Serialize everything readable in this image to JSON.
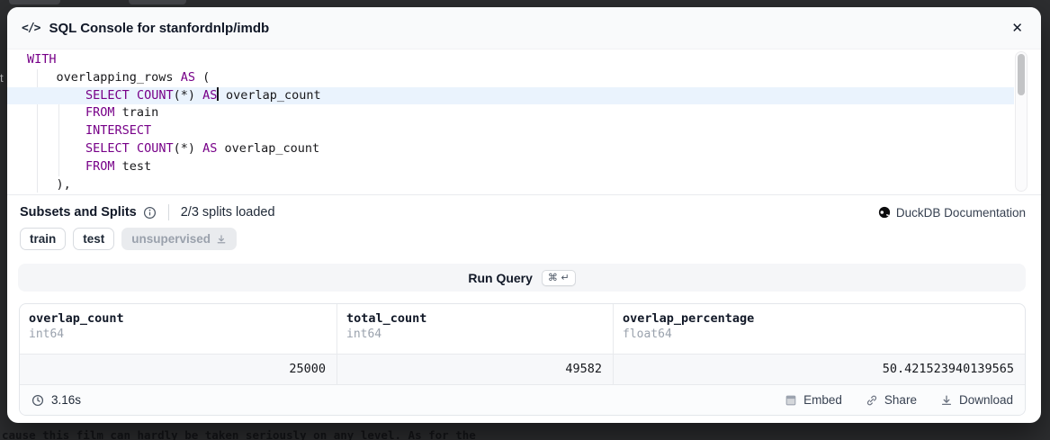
{
  "overlay": {
    "background_text": "cause this film can hardly be taken seriously on any level. As for the",
    "edge_fragment": "t"
  },
  "modal": {
    "header": {
      "code_glyph": "</>",
      "title": "SQL Console for stanfordnlp/imdb",
      "close_glyph": "✕"
    },
    "editor": {
      "colors": {
        "keyword": "#770088",
        "active_line_bg": "#eaf3fd"
      },
      "lines": [
        {
          "segs": [
            {
              "t": "kw",
              "s": "WITH"
            }
          ]
        },
        {
          "segs": [
            {
              "t": "p",
              "s": "    overlapping_rows "
            },
            {
              "t": "kw",
              "s": "AS"
            },
            {
              "t": "p",
              "s": " ("
            }
          ]
        },
        {
          "active": true,
          "segs": [
            {
              "t": "p",
              "s": "        "
            },
            {
              "t": "kw",
              "s": "SELECT"
            },
            {
              "t": "p",
              "s": " "
            },
            {
              "t": "kw",
              "s": "COUNT"
            },
            {
              "t": "p",
              "s": "(*) "
            },
            {
              "t": "kw",
              "s": "AS"
            },
            {
              "t": "cur"
            },
            {
              "t": "p",
              "s": " overlap_count"
            }
          ]
        },
        {
          "segs": [
            {
              "t": "p",
              "s": "        "
            },
            {
              "t": "kw",
              "s": "FROM"
            },
            {
              "t": "p",
              "s": " train"
            }
          ]
        },
        {
          "segs": [
            {
              "t": "p",
              "s": "        "
            },
            {
              "t": "kw",
              "s": "INTERSECT"
            }
          ]
        },
        {
          "segs": [
            {
              "t": "p",
              "s": "        "
            },
            {
              "t": "kw",
              "s": "SELECT"
            },
            {
              "t": "p",
              "s": " "
            },
            {
              "t": "kw",
              "s": "COUNT"
            },
            {
              "t": "p",
              "s": "(*) "
            },
            {
              "t": "kw",
              "s": "AS"
            },
            {
              "t": "p",
              "s": " overlap_count"
            }
          ]
        },
        {
          "segs": [
            {
              "t": "p",
              "s": "        "
            },
            {
              "t": "kw",
              "s": "FROM"
            },
            {
              "t": "p",
              "s": " test"
            }
          ]
        },
        {
          "segs": [
            {
              "t": "p",
              "s": "    ),"
            }
          ]
        }
      ]
    },
    "meta": {
      "heading": "Subsets and Splits",
      "splits_loaded": "2/3 splits loaded",
      "doc_link": "DuckDB Documentation"
    },
    "splits": [
      {
        "label": "train",
        "loaded": true
      },
      {
        "label": "test",
        "loaded": true
      },
      {
        "label": "unsupervised",
        "loaded": false
      }
    ],
    "run": {
      "label": "Run Query",
      "shortcut": "⌘ ↵"
    },
    "results": {
      "columns": [
        {
          "name": "overlap_count",
          "type": "int64",
          "value": "25000"
        },
        {
          "name": "total_count",
          "type": "int64",
          "value": "49582"
        },
        {
          "name": "overlap_percentage",
          "type": "float64",
          "value": "50.421523940139565"
        }
      ],
      "footer": {
        "duration": "3.16s",
        "actions": [
          {
            "label": "Embed",
            "icon": "embed-icon"
          },
          {
            "label": "Share",
            "icon": "share-icon"
          },
          {
            "label": "Download",
            "icon": "download-icon"
          }
        ]
      }
    }
  }
}
